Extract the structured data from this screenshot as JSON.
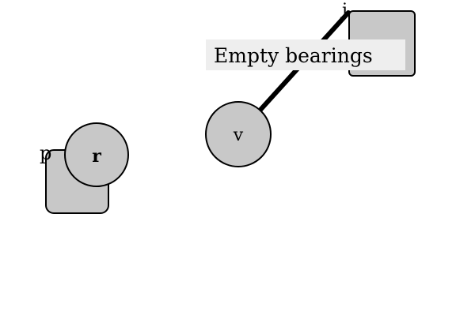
{
  "tooltip": {
    "text": "Empty bearings"
  },
  "nodes": [
    {
      "id": "node-p",
      "label": "p",
      "shape": "rounded-square"
    },
    {
      "id": "node-r",
      "label": "r",
      "shape": "circle",
      "bold": true
    },
    {
      "id": "node-v",
      "label": "v",
      "shape": "circle"
    },
    {
      "id": "node-j",
      "label": "j",
      "shape": "rounded-square"
    }
  ],
  "edges": [
    {
      "from": "node-v",
      "to": "node-j"
    }
  ],
  "colors": {
    "node_fill": "#c8c8c8",
    "stroke": "#000000",
    "tooltip_bg": "#eeeeee"
  }
}
